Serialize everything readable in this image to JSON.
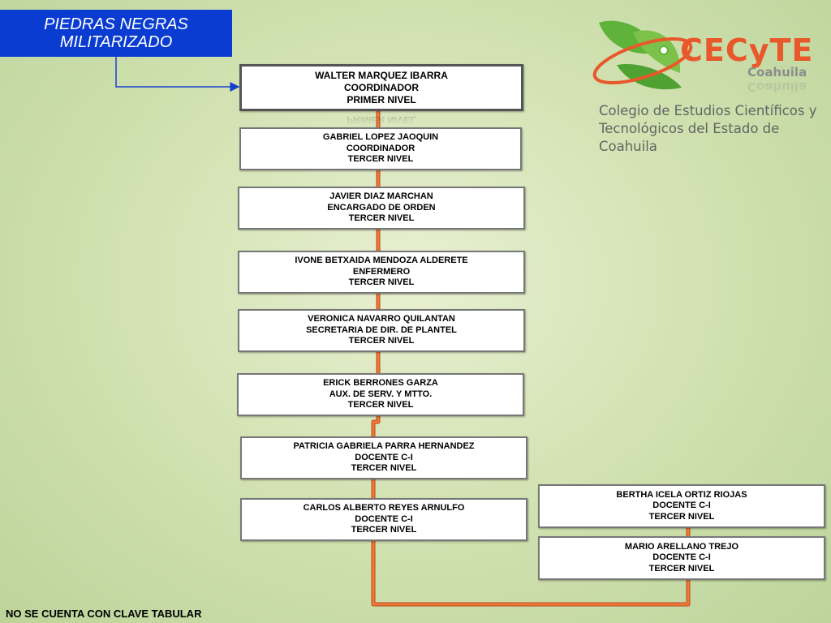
{
  "header": {
    "line1": "PIEDRAS NEGRAS",
    "line2": "MILITARIZADO"
  },
  "logo": {
    "brand": "CECyTE",
    "region": "Coahuila",
    "college_line1": "Colegio de Estudios Científicos y",
    "college_line2": "Tecnológicos del Estado de Coahuila",
    "icon": "cecyte-leaf-logo-icon"
  },
  "nodes": [
    {
      "name": "WALTER MARQUEZ IBARRA",
      "role": "COORDINADOR",
      "level": "PRIMER NIVEL"
    },
    {
      "name": "GABRIEL LOPEZ JAOQUIN",
      "role": "COORDINADOR",
      "level": "TERCER NIVEL"
    },
    {
      "name": "JAVIER DIAZ MARCHAN",
      "role": "ENCARGADO DE ORDEN",
      "level": "TERCER NIVEL"
    },
    {
      "name": "IVONE BETXAIDA MENDOZA ALDERETE",
      "role": "ENFERMERO",
      "level": "TERCER NIVEL"
    },
    {
      "name": "VERONICA NAVARRO QUILANTAN",
      "role": "SECRETARIA DE DIR. DE PLANTEL",
      "level": "TERCER NIVEL"
    },
    {
      "name": "ERICK BERRONES GARZA",
      "role": "AUX. DE SERV. Y MTTO.",
      "level": "TERCER NIVEL"
    },
    {
      "name": "PATRICIA GABRIELA PARRA HERNANDEZ",
      "role": "DOCENTE C-I",
      "level": "TERCER NIVEL"
    },
    {
      "name": "CARLOS ALBERTO REYES ARNULFO",
      "role": "DOCENTE C-I",
      "level": "TERCER NIVEL"
    },
    {
      "name": "BERTHA ICELA ORTIZ RIOJAS",
      "role": "DOCENTE C-I",
      "level": "TERCER NIVEL"
    },
    {
      "name": "MARIO ARELLANO TREJO",
      "role": "DOCENTE C-I",
      "level": "TERCER NIVEL"
    }
  ],
  "footer": {
    "note": "NO SE CUENTA CON CLAVE TABULAR"
  },
  "colors": {
    "header_bg": "#0a3cd2",
    "connector": "#e8661e",
    "arrow": "#1440d0",
    "brand": "#e8582a"
  }
}
